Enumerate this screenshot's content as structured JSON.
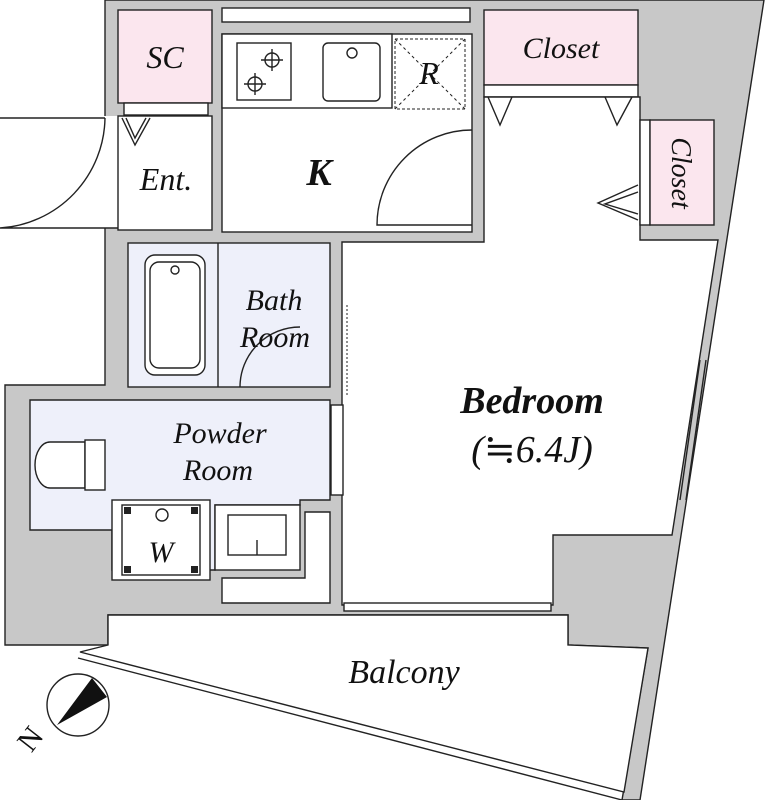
{
  "title": "Floor plan",
  "rooms": {
    "sc": "SC",
    "closet_top": "Closet",
    "closet_side": "Closet",
    "entrance": "Ent.",
    "kitchen": "K",
    "fridge": "R",
    "bath_line1": "Bath",
    "bath_line2": "Room",
    "powder_line1": "Powder",
    "powder_line2": "Room",
    "washer": "W",
    "bedroom": "Bedroom",
    "bedroom_size": "(≒6.4J)",
    "balcony": "Balcony"
  },
  "compass": {
    "label": "N"
  },
  "colors": {
    "wall": "#c8c8c8",
    "storage": "#fbe6ee",
    "wet_area": "#eef0fa",
    "line": "#222222"
  }
}
